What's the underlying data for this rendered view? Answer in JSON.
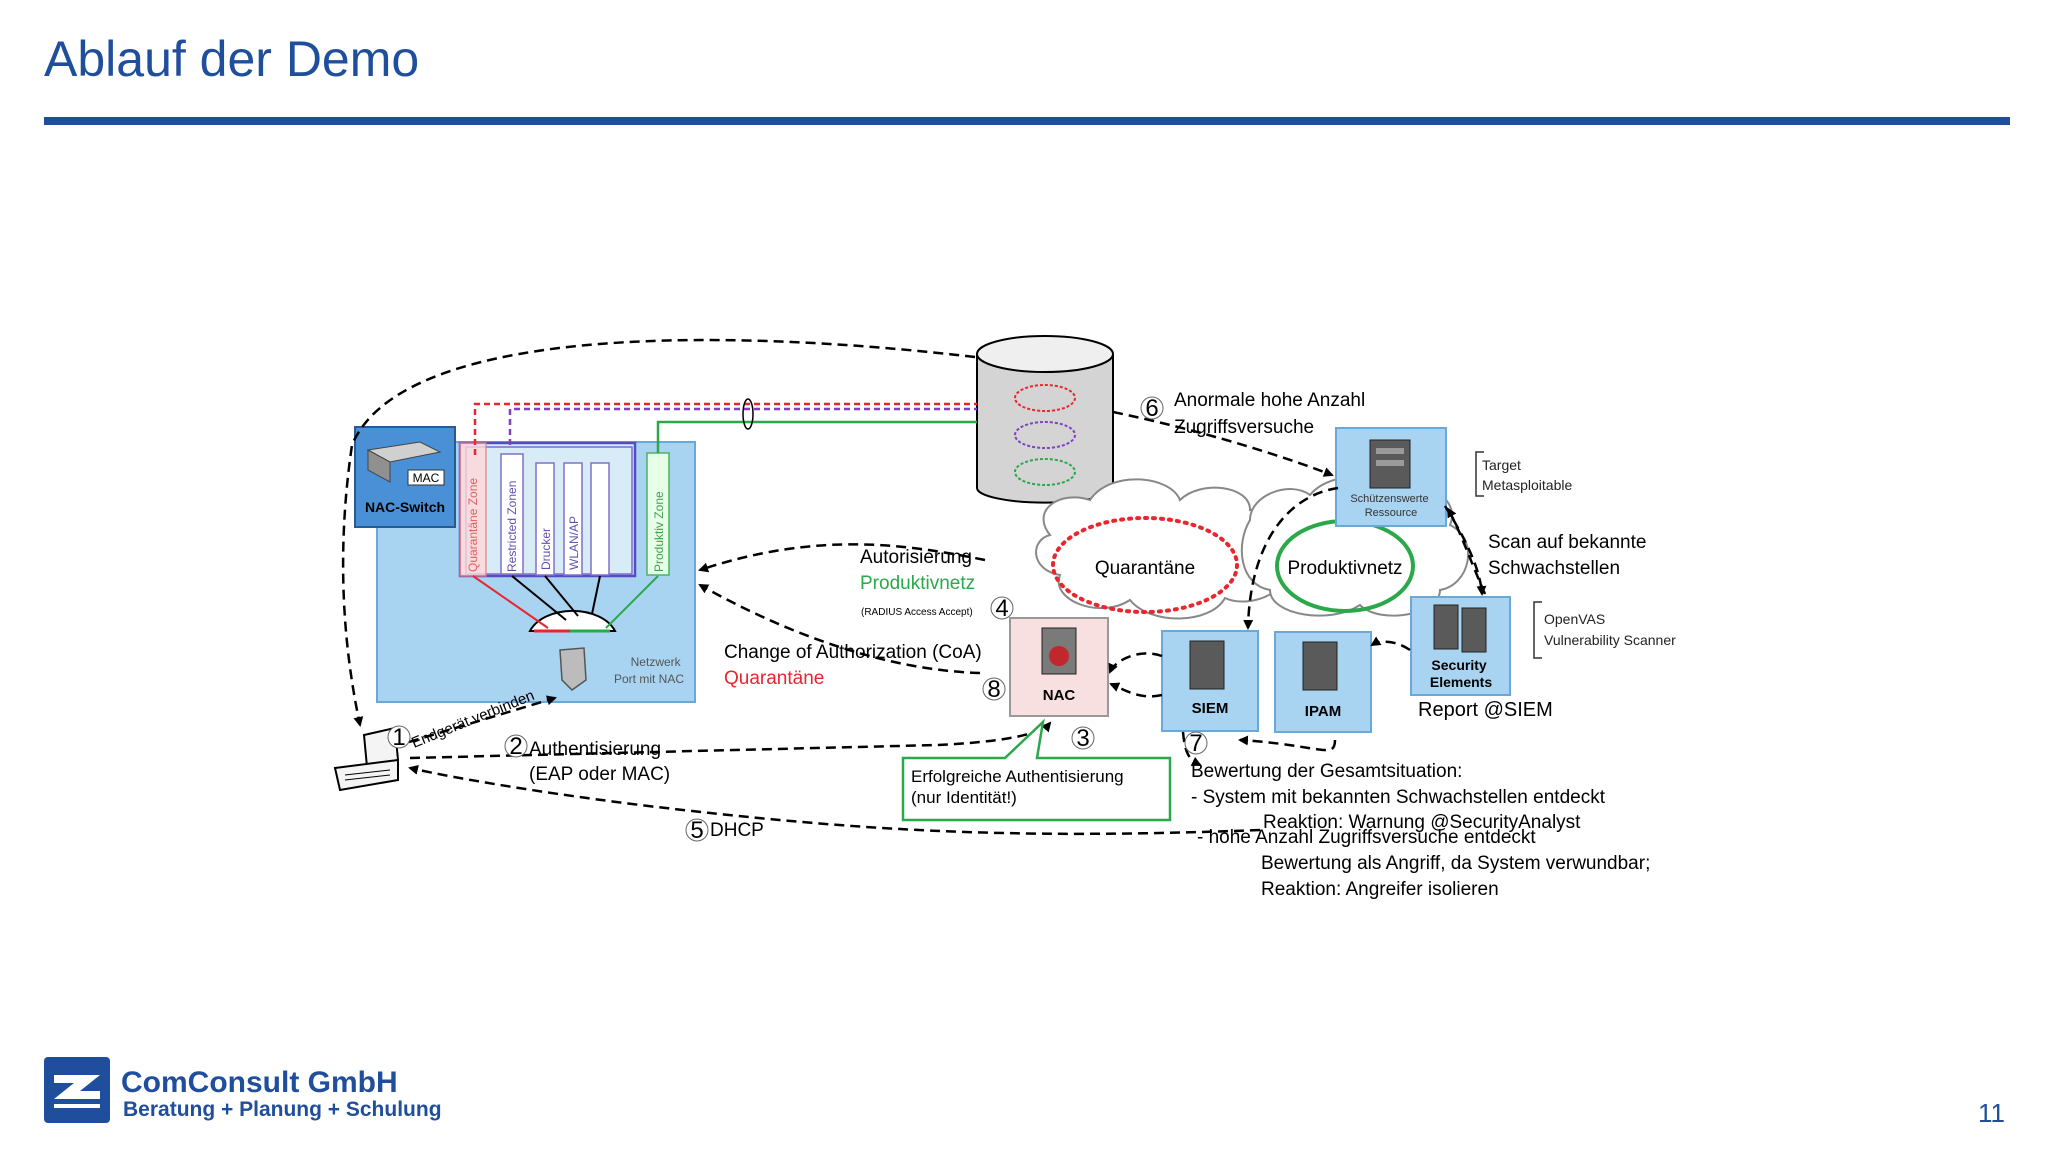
{
  "slide": {
    "title": "Ablauf der Demo",
    "page_number": "11"
  },
  "logo": {
    "name": "ComConsult GmbH",
    "tagline": "Beratung + Planung + Schulung"
  },
  "diagram": {
    "nac_switch": {
      "label": "NAC-Switch",
      "mac_tag": "MAC"
    },
    "zones": {
      "quarantine": "Quarantäne Zone",
      "restricted": "Restricted Zonen",
      "drucker": "Drucker",
      "wlan": "WLAN/AP",
      "produktiv": "Produktiv Zone"
    },
    "port_label": [
      "Netzwerk",
      "Port mit NAC"
    ],
    "networks": {
      "quarantine": "Quarantäne",
      "produktiv": "Produktivnetz"
    },
    "protected_resource": {
      "label": [
        "Schützenswerte",
        "Ressource"
      ],
      "note": [
        "Target",
        "Metasploitable"
      ]
    },
    "security_elements": {
      "label": [
        "Security",
        "Elements"
      ],
      "note": [
        "OpenVAS",
        "Vulnerability Scanner"
      ],
      "report": "Report @SIEM"
    },
    "siem": "SIEM",
    "ipam": "IPAM",
    "nac": "NAC",
    "steps": {
      "s1": {
        "num": "1",
        "text": "Endgerät verbinden"
      },
      "s2": {
        "num": "2",
        "text": [
          "Authentisierung",
          "(EAP oder MAC)"
        ]
      },
      "s3": {
        "num": "3",
        "text": [
          "Erfolgreiche Authentisierung",
          "(nur Identität!)"
        ]
      },
      "s4": {
        "num": "4",
        "title": "Autorisierung",
        "network": "Produktivnetz",
        "sub": "(RADIUS Access Accept)"
      },
      "s5": {
        "num": "5",
        "text": "DHCP"
      },
      "s6": {
        "num": "6",
        "text": [
          "Anormale hohe Anzahl",
          "Zugriffsversuche"
        ]
      },
      "s7": {
        "num": "7",
        "text": [
          "Bewertung der Gesamtsituation:",
          "- System mit bekannten Schwachstellen entdeckt",
          "Reaktion: Warnung @SecurityAnalyst",
          "- hohe Anzahl Zugriffsversuche entdeckt",
          "Bewertung als Angriff, da System verwundbar;",
          "Reaktion: Angreifer isolieren"
        ]
      },
      "s8": {
        "num": "8",
        "title": "Change of Authorization (CoA)",
        "network": "Quarantäne"
      }
    },
    "scan": [
      "Scan auf bekannte",
      "Schwachstellen"
    ]
  },
  "colors": {
    "brand": "#1f4e9c",
    "green": "#2aa84a",
    "red": "#e8262d",
    "box_blue": "#a8d4f2",
    "switch_blue": "#4a90d6"
  }
}
